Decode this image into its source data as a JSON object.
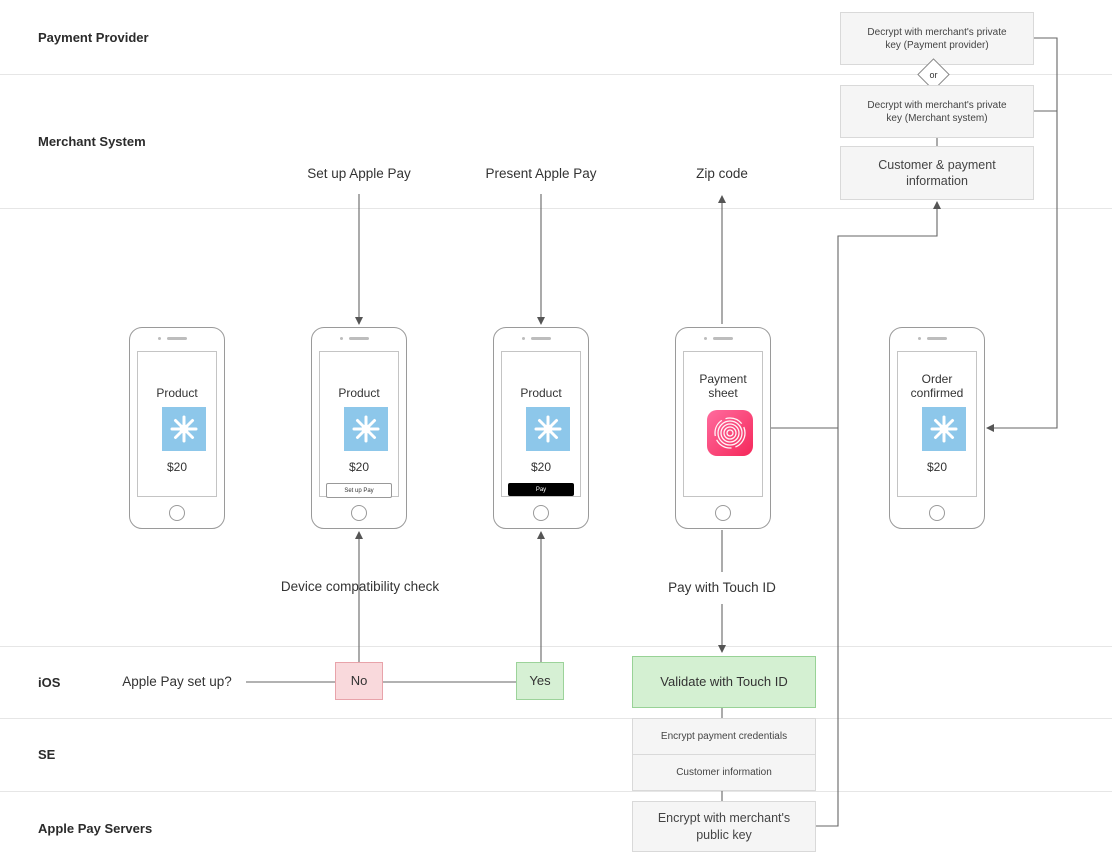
{
  "lanes": {
    "payment_provider": "Payment Provider",
    "merchant_system": "Merchant System",
    "ios": "iOS",
    "se": "SE",
    "apple_pay_servers": "Apple Pay Servers"
  },
  "captions": {
    "set_up_apple_pay": "Set up Apple Pay",
    "present_apple_pay": "Present Apple Pay",
    "zip_code": "Zip code",
    "device_compatibility_check": "Device compatibility check",
    "pay_with_touch_id": "Pay with Touch ID",
    "apple_pay_set_up": "Apple Pay set up?"
  },
  "boxes": {
    "decrypt_provider": "Decrypt with merchant's private key (Payment provider)",
    "or": "or",
    "decrypt_merchant": "Decrypt with merchant's private key (Merchant system)",
    "customer_payment_info": "Customer & payment information",
    "no": "No",
    "yes": "Yes",
    "validate_touch_id": "Validate with Touch ID",
    "encrypt_credentials": "Encrypt payment credentials",
    "customer_information": "Customer information",
    "encrypt_public_key": "Encrypt with merchant's public key"
  },
  "phones": [
    {
      "title": "Product",
      "price": "$20"
    },
    {
      "title": "Product",
      "price": "$20",
      "button": "Set up  Pay"
    },
    {
      "title": "Product",
      "price": "$20",
      "button": " Pay"
    },
    {
      "title": "Payment sheet"
    },
    {
      "title": "Order confirmed",
      "price": "$20"
    }
  ],
  "icons": {
    "product_image": "starburst-icon",
    "touch_id": "fingerprint-icon",
    "home_button": "home-button-icon"
  },
  "colors": {
    "product_image": "#8dc7ea",
    "no_box": "#f9d9dc",
    "yes_box": "#d6f0d4",
    "validate_box": "#d4f0d2",
    "touch_id": "#f5285a"
  }
}
